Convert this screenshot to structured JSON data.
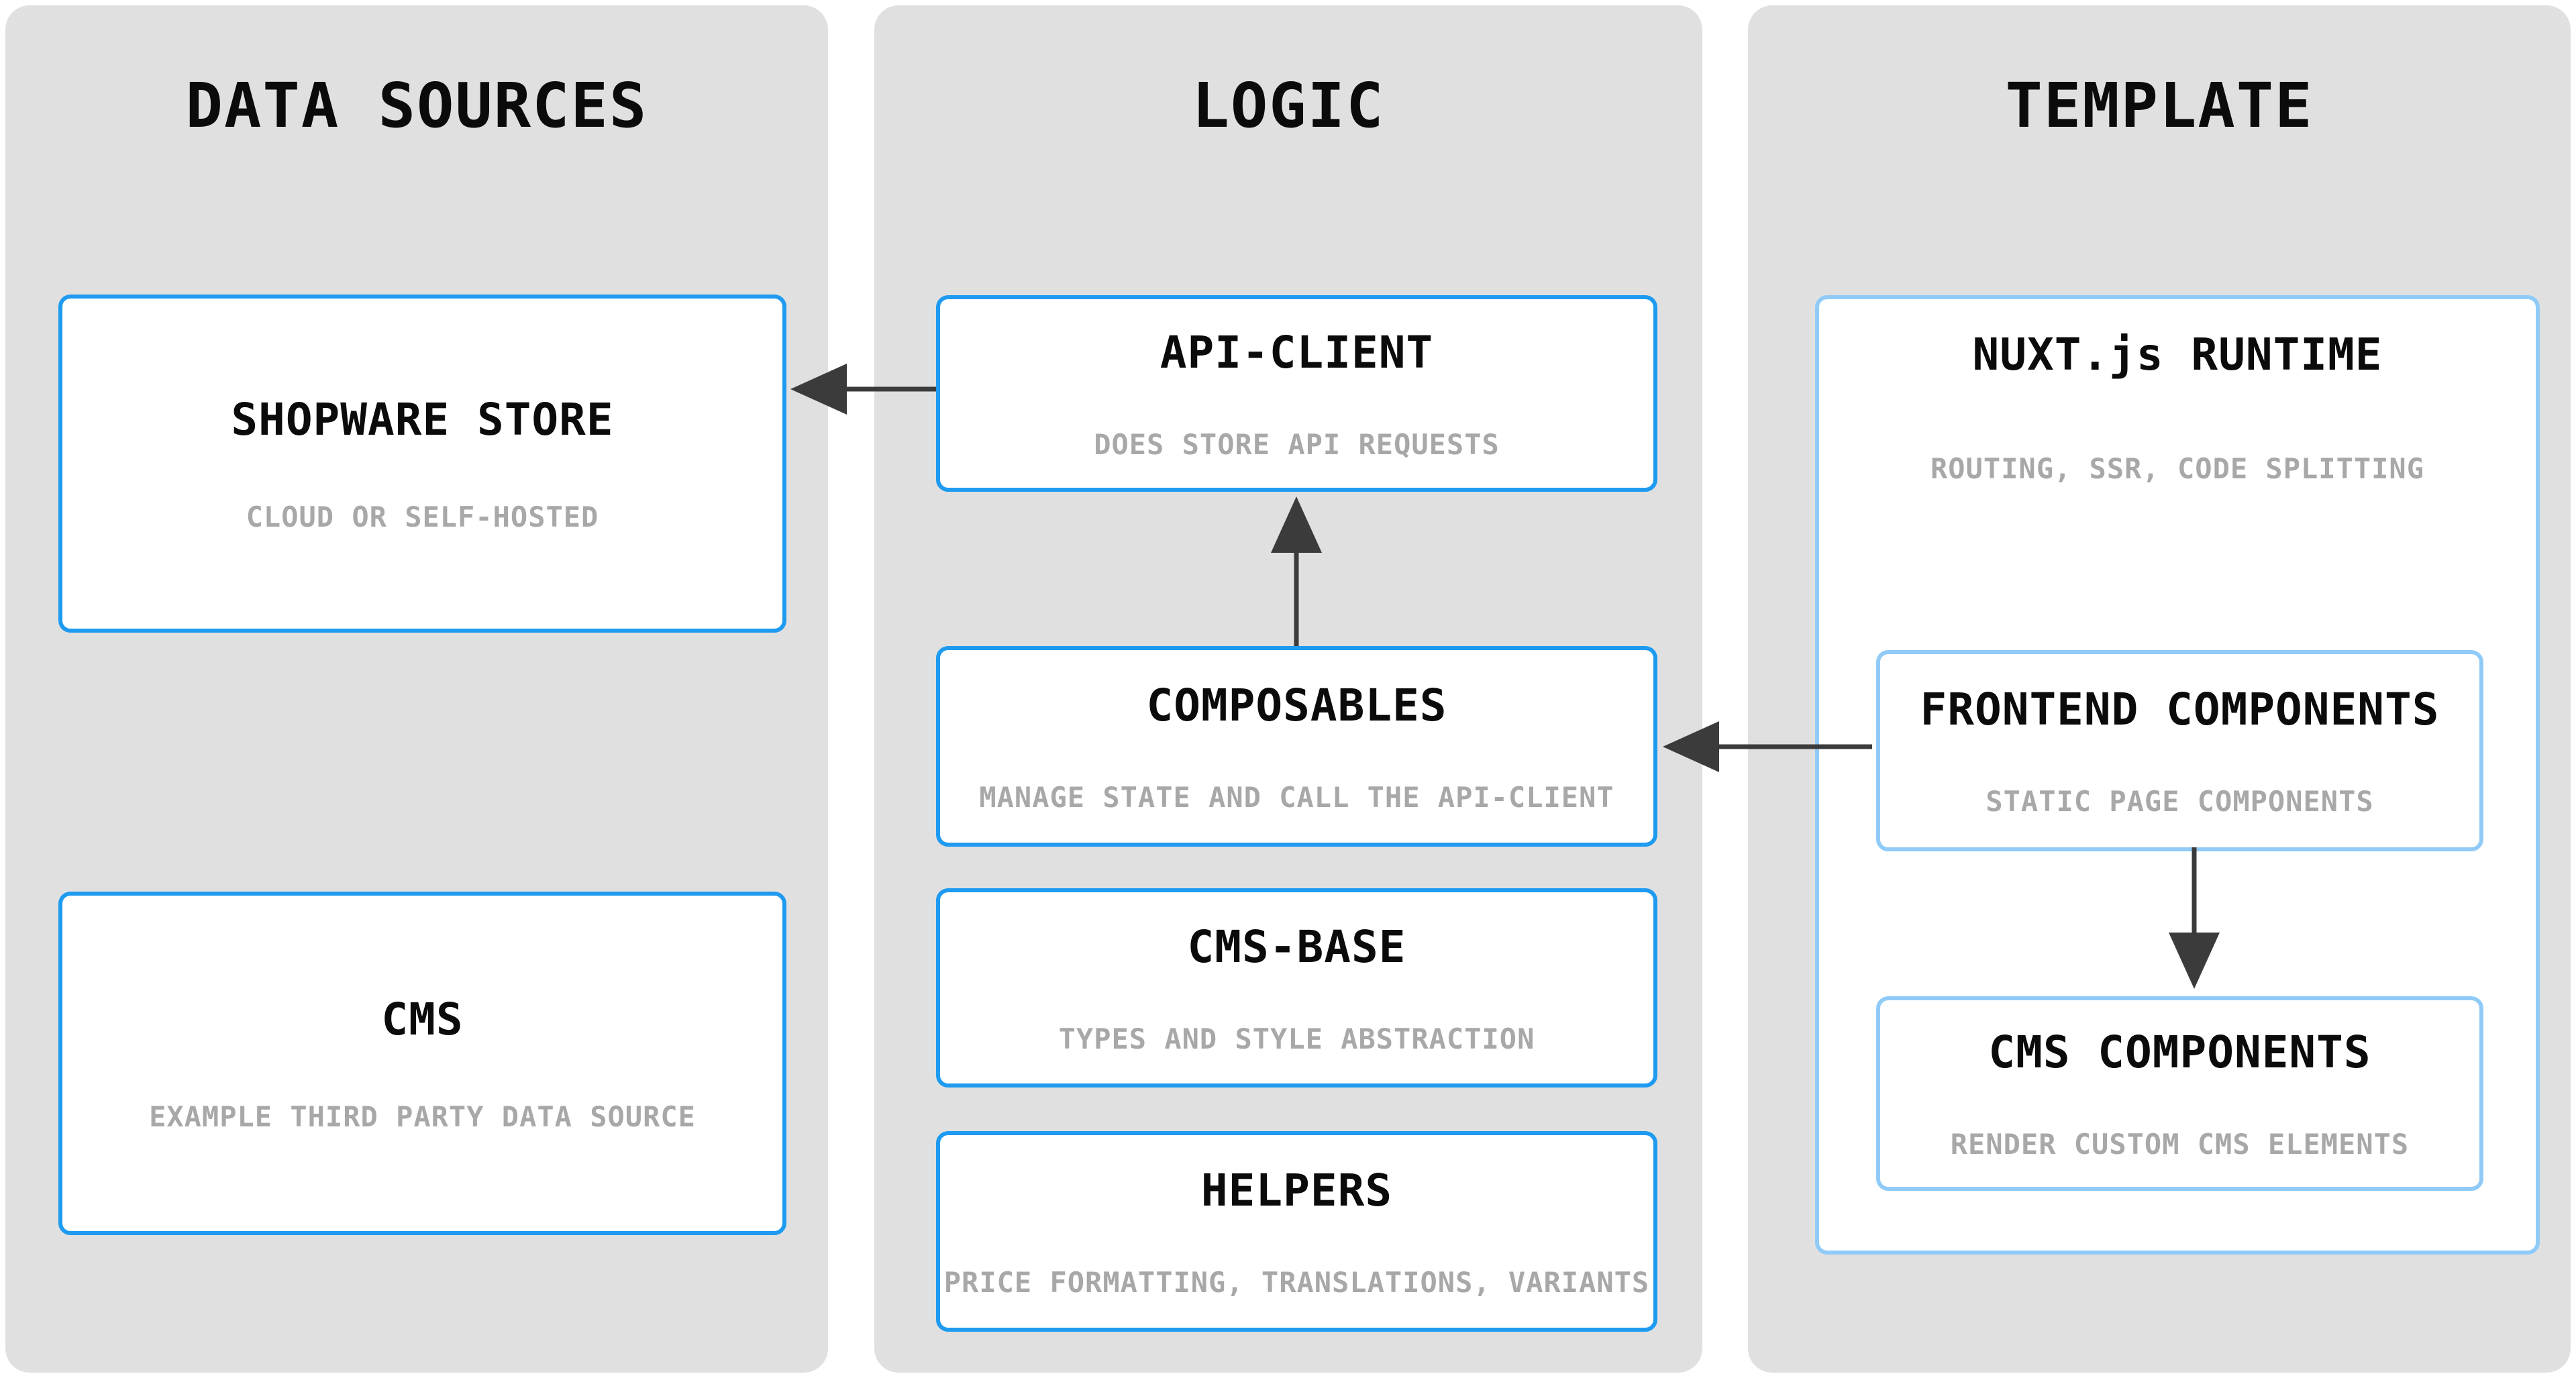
{
  "colors": {
    "background": "#ffffff",
    "panel_bg": "#e0e0e0",
    "box_border_blue": "#1e9bf0",
    "box_border_light_blue": "#90cbf8",
    "box_bg": "#ffffff",
    "title_color": "#0b0b0b",
    "subtitle_color": "#a8a8a8",
    "arrow_color": "#3b3b3b"
  },
  "columns": [
    {
      "id": "data-sources",
      "header": "DATA SOURCES",
      "boxes": [
        {
          "id": "shopware-store",
          "title": "SHOPWARE STORE",
          "subtitle": "CLOUD OR SELF-HOSTED"
        },
        {
          "id": "cms",
          "title": "CMS",
          "subtitle": "EXAMPLE THIRD PARTY DATA SOURCE"
        }
      ]
    },
    {
      "id": "logic",
      "header": "LOGIC",
      "boxes": [
        {
          "id": "api-client",
          "title": "API-CLIENT",
          "subtitle": "DOES STORE API REQUESTS"
        },
        {
          "id": "composables",
          "title": "COMPOSABLES",
          "subtitle": "MANAGE STATE AND CALL THE API-CLIENT"
        },
        {
          "id": "cms-base",
          "title": "CMS-BASE",
          "subtitle": "TYPES AND STYLE ABSTRACTION"
        },
        {
          "id": "helpers",
          "title": "HELPERS",
          "subtitle": "PRICE FORMATTING, TRANSLATIONS, VARIANTS"
        }
      ]
    },
    {
      "id": "template",
      "header": "TEMPLATE",
      "boxes": [
        {
          "id": "nuxt-runtime",
          "title": "NUXT.js RUNTIME",
          "subtitle": "ROUTING, SSR, CODE SPLITTING",
          "children": [
            {
              "id": "frontend-components",
              "title": "FRONTEND COMPONENTS",
              "subtitle": "STATIC PAGE COMPONENTS"
            },
            {
              "id": "cms-components",
              "title": "CMS COMPONENTS",
              "subtitle": "RENDER CUSTOM CMS ELEMENTS"
            }
          ]
        }
      ]
    }
  ],
  "arrows": [
    {
      "from": "api-client",
      "to": "shopware-store",
      "direction": "left"
    },
    {
      "from": "composables",
      "to": "api-client",
      "direction": "up"
    },
    {
      "from": "frontend-components",
      "to": "composables",
      "direction": "left"
    },
    {
      "from": "frontend-components",
      "to": "cms-components",
      "direction": "down"
    }
  ]
}
